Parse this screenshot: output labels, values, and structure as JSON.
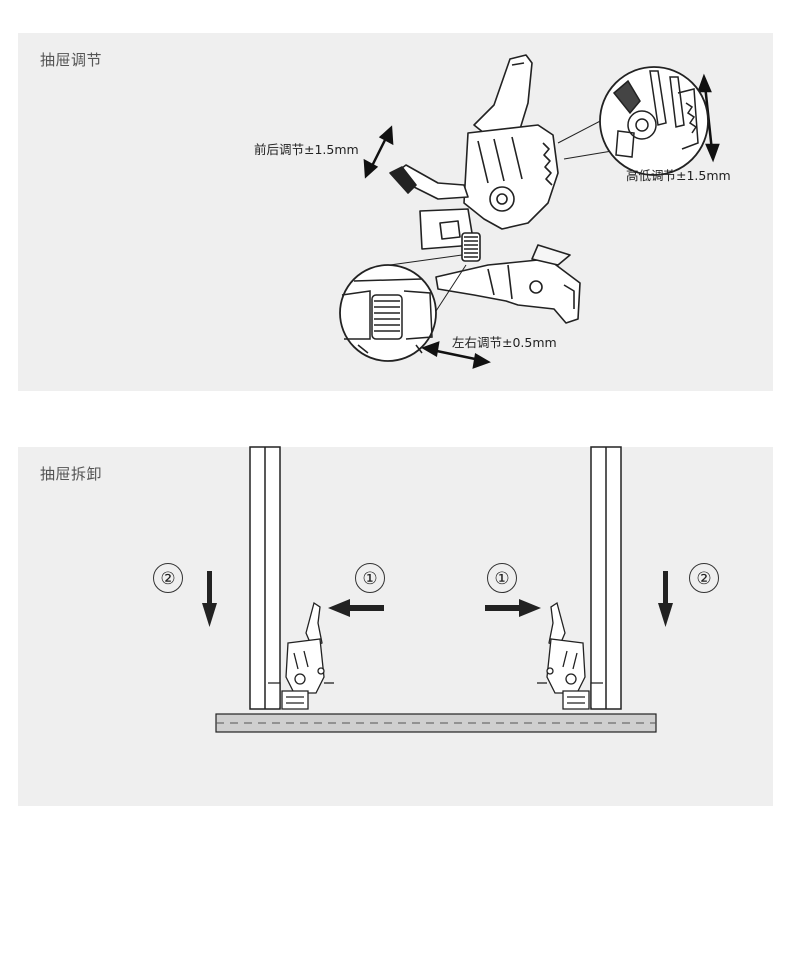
{
  "adjust_panel": {
    "title": "抽屉调节",
    "label_front_back": "前后调节±1.5mm",
    "label_height": "高低调节±1.5mm",
    "label_left_right": "左右调节±0.5mm"
  },
  "remove_panel": {
    "title": "抽屉拆卸",
    "step_one": "①",
    "step_two": "②"
  },
  "colors": {
    "panel_bg": "#efefef",
    "line": "#222222",
    "base_board": "#cfcfcf"
  }
}
